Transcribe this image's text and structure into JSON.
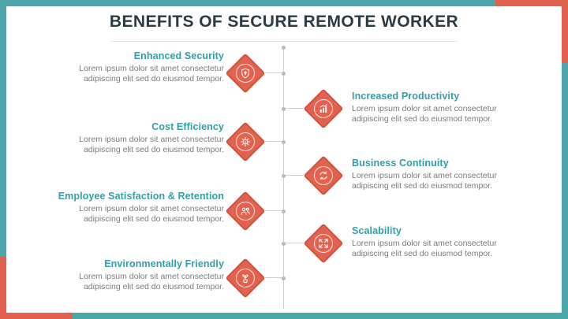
{
  "title": "BENEFITS OF SECURE REMOTE WORKER",
  "colors": {
    "frame_teal": "#4ba7aa",
    "frame_coral": "#e2614f",
    "heading_teal": "#339fa5",
    "title_dark": "#2c3a43",
    "body_gray": "#7b7b7b",
    "diamond_coral": "#e2614f",
    "timeline_gray": "#cdcdcd"
  },
  "items": [
    {
      "side": "left",
      "title": "Enhanced Security",
      "body": "Lorem ipsum dolor sit amet consectetur adipiscing elit sed do eiusmod tempor.",
      "icon": "shield-lock-icon"
    },
    {
      "side": "right",
      "title": "Increased Productivity",
      "body": "Lorem ipsum dolor sit amet consectetur adipiscing elit sed do eiusmod tempor.",
      "icon": "bar-chart-icon"
    },
    {
      "side": "left",
      "title": "Cost Efficiency",
      "body": "Lorem ipsum dolor sit amet consectetur adipiscing elit sed do eiusmod tempor.",
      "icon": "gear-dollar-icon"
    },
    {
      "side": "right",
      "title": "Business Continuity",
      "body": "Lorem ipsum dolor sit amet consectetur adipiscing elit sed do eiusmod tempor.",
      "icon": "sync-arrows-icon"
    },
    {
      "side": "left",
      "title": "Employee Satisfaction & Retention",
      "body": "Lorem ipsum dolor sit amet consectetur adipiscing elit sed do eiusmod tempor.",
      "icon": "people-icon"
    },
    {
      "side": "right",
      "title": "Scalability",
      "body": "Lorem ipsum dolor sit amet consectetur adipiscing elit sed do eiusmod tempor.",
      "icon": "expand-arrows-icon"
    },
    {
      "side": "left",
      "title": "Environmentally Friendly",
      "body": "Lorem ipsum dolor sit amet consectetur adipiscing elit sed do eiusmod tempor.",
      "icon": "plant-icon"
    }
  ]
}
